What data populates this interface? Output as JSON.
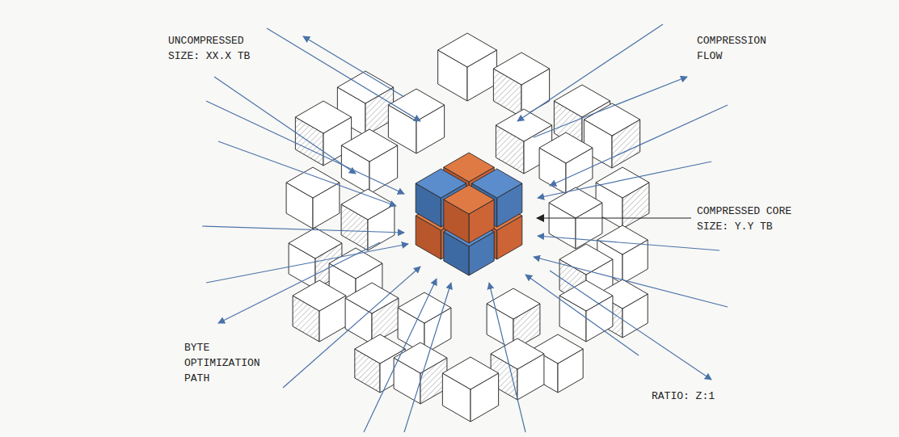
{
  "diagram": {
    "labels": [
      "UNCOMPRESSED SIZE: XX.X TB",
      "COMPRESSION FLOW",
      "COMPRESSED CORE SIZE: Y.Y TB",
      "BYTE OPTIMIZATION PATH",
      "RATIO: Z:1"
    ]
  }
}
